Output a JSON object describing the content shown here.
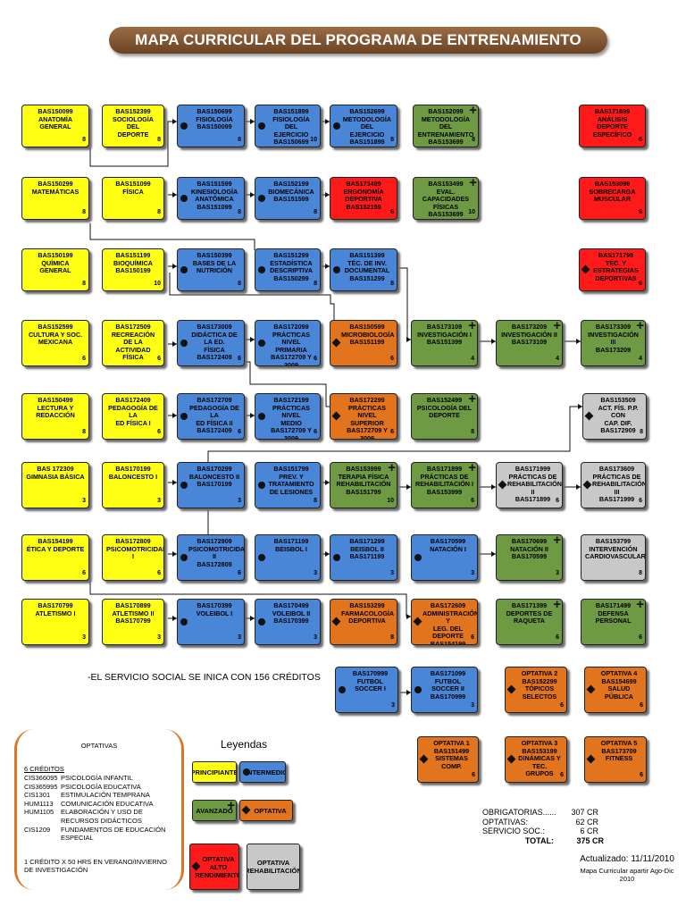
{
  "title": "MAPA CURRICULAR DEL PROGRAMA DE ENTRENAMIENTO DEPORTIVO",
  "courses": [
    {
      "id": "c1",
      "color": "yellow",
      "mark": "none",
      "lines": [
        "BAS150099",
        "ANATOMÍA",
        "GENERAL"
      ],
      "credits": "8"
    },
    {
      "id": "c2",
      "color": "yellow",
      "mark": "none",
      "lines": [
        "BAS152399",
        "SOCIOLOGÍA DEL",
        "DEPORTE"
      ],
      "credits": "8"
    },
    {
      "id": "c3",
      "color": "blue",
      "mark": "dot",
      "lines": [
        "BAS150699",
        "FISIOLOGÍA",
        "BAS150099"
      ],
      "credits": "8"
    },
    {
      "id": "c4",
      "color": "blue",
      "mark": "dot",
      "lines": [
        "BAS151899",
        "FISIOLOGÍA DEL",
        "EJERCICIO",
        "BAS150699"
      ],
      "credits": "10"
    },
    {
      "id": "c5",
      "color": "blue",
      "mark": "dot",
      "lines": [
        "BAS152699",
        "METODOLOGÍA DEL",
        "EJERCICIO",
        "BAS151899"
      ],
      "credits": "8"
    },
    {
      "id": "c6",
      "color": "green",
      "mark": "plus",
      "lines": [
        "BAS152099",
        "METODOLOGÍA DEL",
        "ENTRENAMIENTO",
        "BAS153699"
      ],
      "credits": "8"
    },
    {
      "id": "c7",
      "color": "red",
      "mark": "none",
      "lines": [
        "BAS171699",
        "ANÁLISIS DEPORTE",
        "ESPECÍFICO"
      ],
      "credits": "6"
    },
    {
      "id": "c8",
      "color": "yellow",
      "mark": "none",
      "lines": [
        "BAS150299",
        "MATEMÁTICAS"
      ],
      "credits": "8"
    },
    {
      "id": "c9",
      "color": "yellow",
      "mark": "none",
      "lines": [
        "BAS151099",
        "FÍSICA"
      ],
      "credits": "8"
    },
    {
      "id": "c10",
      "color": "blue",
      "mark": "dot",
      "lines": [
        "BAS151599",
        "KINESIOLOGÍA",
        "ANATÓMICA",
        "BAS151099"
      ],
      "credits": "8"
    },
    {
      "id": "c11",
      "color": "blue",
      "mark": "dot",
      "lines": [
        "BAS152199",
        "BIOMECÁNICA",
        "BAS151599"
      ],
      "credits": "8"
    },
    {
      "id": "c12",
      "color": "red",
      "mark": "none",
      "lines": [
        "BAS173499",
        "ERGONOMÍA",
        "DEPORTIVA",
        "BAS152199"
      ],
      "credits": "6"
    },
    {
      "id": "c13",
      "color": "green",
      "mark": "plus",
      "lines": [
        "BAS153499",
        "EVAL. CAPACIDADES",
        "FÍSICAS",
        "BAS153699"
      ],
      "credits": "10"
    },
    {
      "id": "c14",
      "color": "red",
      "mark": "none",
      "lines": [
        "BAS153099",
        "SOBRECARGA",
        "MUSCULAR"
      ],
      "credits": "6"
    },
    {
      "id": "c15",
      "color": "yellow",
      "mark": "none",
      "lines": [
        "BAS150199",
        "QUÍMICA GENERAL"
      ],
      "credits": "8"
    },
    {
      "id": "c16",
      "color": "yellow",
      "mark": "none",
      "lines": [
        "BAS151199",
        "BIOQUÍMICA",
        "BAS150199"
      ],
      "credits": "10"
    },
    {
      "id": "c17",
      "color": "blue",
      "mark": "dot",
      "lines": [
        "BAS150399",
        "BASES DE LA",
        "NUTRICIÓN"
      ],
      "credits": "8"
    },
    {
      "id": "c18",
      "color": "blue",
      "mark": "dot",
      "lines": [
        "BAS151299",
        "ESTADÍSTICA",
        "DESCRIPTIVA",
        "BAS150299"
      ],
      "credits": "8"
    },
    {
      "id": "c19",
      "color": "blue",
      "mark": "dot",
      "lines": [
        "BAS151399",
        "TÉC. DE INV.",
        "DOCUMENTAL",
        "BAS151299"
      ],
      "credits": "8"
    },
    {
      "id": "c20",
      "color": "red",
      "mark": "dia",
      "lines": [
        "BAS171799",
        "TÉC. Y ESTRATEGIAS",
        "DEPORTIVAS"
      ],
      "credits": "6"
    },
    {
      "id": "c21",
      "color": "yellow",
      "mark": "none",
      "lines": [
        "BAS152599",
        "CULTURA Y SOC.",
        "MEXICANA"
      ],
      "credits": "6"
    },
    {
      "id": "c22",
      "color": "yellow",
      "mark": "none",
      "lines": [
        "BAS172509",
        "RECREACIÓN DE LA",
        "ACTIVIDAD FÍSICA"
      ],
      "credits": "6"
    },
    {
      "id": "c23",
      "color": "blue",
      "mark": "dot",
      "lines": [
        "BAS173009",
        "DIDÁCTICA DE LA ED.",
        "FÍSICA",
        "BAS172409"
      ],
      "credits": "6"
    },
    {
      "id": "c24",
      "color": "blue",
      "mark": "dot",
      "lines": [
        "BAS172099",
        "PRÁCTICAS NIVEL",
        "PRIMARIA",
        "BAS172709 Y 3009"
      ],
      "credits": "6"
    },
    {
      "id": "c25",
      "color": "orange",
      "mark": "dia",
      "lines": [
        "BAS150599",
        "MICROBIOLOGÍA",
        "BAS151199"
      ],
      "credits": "6"
    },
    {
      "id": "c26",
      "color": "green",
      "mark": "plus",
      "lines": [
        "BAS173109",
        "INVESTIGACIÓN I",
        "BAS151399"
      ],
      "credits": "4"
    },
    {
      "id": "c27",
      "color": "green",
      "mark": "plus",
      "lines": [
        "BAS173209",
        "INVESTIGACIÓN II",
        "BAS173109"
      ],
      "credits": "4"
    },
    {
      "id": "c28",
      "color": "green",
      "mark": "plus",
      "lines": [
        "BAS173309",
        "INVESTIGACIÓN III",
        "BAS173209"
      ],
      "credits": "4"
    },
    {
      "id": "c29",
      "color": "yellow",
      "mark": "none",
      "lines": [
        "BAS150499",
        "LECTURA Y",
        "REDACCIÓN"
      ],
      "credits": "8"
    },
    {
      "id": "c30",
      "color": "yellow",
      "mark": "none",
      "lines": [
        "BAS172409",
        "PEDAGOGÍA DE LA",
        "ED FÍSICA I"
      ],
      "credits": "6"
    },
    {
      "id": "c31",
      "color": "blue",
      "mark": "dot",
      "lines": [
        "BAS172709",
        "PEDAGOGÍA DE LA",
        "ED FÍSICA II",
        "BAS172409"
      ],
      "credits": "6"
    },
    {
      "id": "c32",
      "color": "blue",
      "mark": "dot",
      "lines": [
        "BAS172199",
        "PRÁCTICAS NIVEL",
        "MEDIO",
        "BAS172709 Y 3009"
      ],
      "credits": "6"
    },
    {
      "id": "c33",
      "color": "orange",
      "mark": "dia",
      "lines": [
        "BAS172299",
        "PRÁCTICAS NIVEL",
        "SUPERIOR",
        "BAS172709 Y 3009"
      ],
      "credits": "6"
    },
    {
      "id": "c34",
      "color": "green",
      "mark": "plus",
      "lines": [
        "BAS152499",
        "PSICOLOGÍA DEL",
        "DEPORTE"
      ],
      "credits": "8"
    },
    {
      "id": "c35",
      "color": "gray",
      "mark": "dia",
      "lines": [
        "BAS153509",
        "ACT. FÍS. P.P. CON",
        "CAP. DIF.",
        "BAS172909"
      ],
      "credits": "8"
    },
    {
      "id": "c36",
      "color": "yellow",
      "mark": "none",
      "lines": [
        "BAS 172309",
        "GIMNASIA BÁSICA"
      ],
      "credits": "3"
    },
    {
      "id": "c37",
      "color": "yellow",
      "mark": "none",
      "lines": [
        "BAS170199",
        "BALONCESTO I"
      ],
      "credits": "3"
    },
    {
      "id": "c38",
      "color": "blue",
      "mark": "dot",
      "lines": [
        "BAS170299",
        "BALONCESTO II",
        "BAS170199"
      ],
      "credits": "3"
    },
    {
      "id": "c39",
      "color": "blue",
      "mark": "dot",
      "lines": [
        "BAS151799",
        "PREV. Y TRATAMIENTO",
        "DE LESIONES"
      ],
      "credits": "8"
    },
    {
      "id": "c40",
      "color": "green",
      "mark": "plus",
      "lines": [
        "BAS153999",
        "TERAPIA FÍSICA",
        "REHABILITACIÓN",
        "BAS151799"
      ],
      "credits": "10"
    },
    {
      "id": "c41",
      "color": "green",
      "mark": "plus",
      "lines": [
        "BAS171899",
        "PRÁCTICAS DE",
        "REHABILITACIÓN I",
        "BAS153999"
      ],
      "credits": "6"
    },
    {
      "id": "c42",
      "color": "gray",
      "mark": "dia",
      "lines": [
        "BAS171999",
        "PRÁCTICAS DE",
        "REHABILITACIÓN II",
        "BAS171899"
      ],
      "credits": "6"
    },
    {
      "id": "c43",
      "color": "gray",
      "mark": "dia",
      "lines": [
        "BAS173609",
        "PRÁCTICAS DE",
        "REHABILITACIÓN III",
        "BAS171999"
      ],
      "credits": "6"
    },
    {
      "id": "c44",
      "color": "yellow",
      "mark": "none",
      "lines": [
        "BAS154199",
        "ÉTICA Y DEPORTE"
      ],
      "credits": "6"
    },
    {
      "id": "c45",
      "color": "yellow",
      "mark": "none",
      "lines": [
        "BAS172809",
        "PSICOMOTRICIDAD I"
      ],
      "credits": "6"
    },
    {
      "id": "c46",
      "color": "blue",
      "mark": "dot",
      "lines": [
        "BAS172909",
        "PSICOMOTRICIDAD",
        "II",
        "BAS172809"
      ],
      "credits": "6"
    },
    {
      "id": "c47",
      "color": "blue",
      "mark": "dot",
      "lines": [
        "BAS171199",
        "BEISBOL I"
      ],
      "credits": "3"
    },
    {
      "id": "c48",
      "color": "blue",
      "mark": "dot",
      "lines": [
        "BAS171299",
        "BEISBOL II",
        "BAS171199"
      ],
      "credits": "3"
    },
    {
      "id": "c49",
      "color": "blue",
      "mark": "dot",
      "lines": [
        "BAS170599",
        "NATACIÓN I"
      ],
      "credits": "3"
    },
    {
      "id": "c50",
      "color": "green",
      "mark": "plus",
      "lines": [
        "BAS170699",
        "NATACIÓN II",
        "BAS170599"
      ],
      "credits": "3"
    },
    {
      "id": "c51",
      "color": "gray",
      "mark": "none",
      "lines": [
        "BAS153799",
        "INTERVENCIÓN",
        "CARDIOVASCULAR"
      ],
      "credits": "8"
    },
    {
      "id": "c52",
      "color": "yellow",
      "mark": "none",
      "lines": [
        "BAS170799",
        "ATLETISMO I"
      ],
      "credits": "3"
    },
    {
      "id": "c53",
      "color": "yellow",
      "mark": "none",
      "lines": [
        "BAS170899",
        "ATLETISMO II",
        "BAS170799"
      ],
      "credits": "3"
    },
    {
      "id": "c54",
      "color": "blue",
      "mark": "dot",
      "lines": [
        "BAS170399",
        "VOLEIBOL I"
      ],
      "credits": "3"
    },
    {
      "id": "c55",
      "color": "blue",
      "mark": "dot",
      "lines": [
        "BAS170499",
        "VOLEIBOL II",
        "BAS170399"
      ],
      "credits": "3"
    },
    {
      "id": "c56",
      "color": "orange",
      "mark": "dia",
      "lines": [
        "BAS153299",
        "FARMACOLOGÍA",
        "DEPORTIVA"
      ],
      "credits": "8"
    },
    {
      "id": "c57",
      "color": "orange",
      "mark": "dia",
      "lines": [
        "BAS172609",
        "ADMINISTRACIÓN Y",
        "LEG. DEL DEPORTE",
        "BAS154199"
      ],
      "credits": "6"
    },
    {
      "id": "c58",
      "color": "green",
      "mark": "plus",
      "lines": [
        "BAS171399",
        "DEPORTES DE",
        "RAQUETA"
      ],
      "credits": "6"
    },
    {
      "id": "c59",
      "color": "green",
      "mark": "plus",
      "lines": [
        "BAS171499",
        "DEFENSA PERSONAL"
      ],
      "credits": "6"
    },
    {
      "id": "c60",
      "color": "blue",
      "mark": "dot",
      "lines": [
        "BAS170999",
        "FUTBOL SOCCER I"
      ],
      "credits": "3"
    },
    {
      "id": "c61",
      "color": "blue",
      "mark": "dot",
      "lines": [
        "BAS171099",
        "FUTBOL SOCCER II",
        "BAS170999"
      ],
      "credits": "3"
    },
    {
      "id": "c62",
      "color": "orange",
      "mark": "dia",
      "lines": [
        "OPTATIVA 2",
        "BAS152299",
        "TÓPICOS SELECTOS"
      ],
      "credits": "6"
    },
    {
      "id": "c63",
      "color": "orange",
      "mark": "dia",
      "lines": [
        "OPTATIVA 4",
        "BAS154699",
        "SALUD PÚBLICA"
      ],
      "credits": "6"
    },
    {
      "id": "c64",
      "color": "orange",
      "mark": "dia",
      "lines": [
        "OPTATIVA 1",
        "BAS151499",
        "SISTEMAS COMP."
      ],
      "credits": "6"
    },
    {
      "id": "c65",
      "color": "orange",
      "mark": "dia",
      "lines": [
        "OPTATIVA 3",
        "BAS153199",
        "DINÁMICAS Y TEC.",
        "GRUPOS"
      ],
      "credits": "6"
    },
    {
      "id": "c66",
      "color": "orange",
      "mark": "dia",
      "lines": [
        "OPTATIVA 5",
        "BAS173709",
        "FITNESS"
      ],
      "credits": "6"
    }
  ],
  "servicio_note": "-EL SERVICIO SOCIAL SE INICA CON 156 CRÉDITOS",
  "optativas": {
    "title": "OPTATIVAS",
    "count": "6 CRÉDITOS",
    "items": [
      {
        "code": "CIS366095",
        "name": "PSICOLOGÍA INFANTIL"
      },
      {
        "code": "CIS365995",
        "name": "PSICOLOGÍA EDUCATIVA"
      },
      {
        "code": "CIS1301",
        "name": "ESTIMULACIÓN TEMPRANA"
      },
      {
        "code": "HUM1113",
        "name": "COMUNICACIÓN EDUCATIVA"
      },
      {
        "code": "HUM1105",
        "name": "ELABORACIÓN Y USO DE RECURSOS DIDÁCTICOS"
      },
      {
        "code": "CIS1209",
        "name": "FUNDAMENTOS DE EDUCACIÓN ESPECIAL"
      }
    ],
    "note": "1 CRÉDITO X 50 HRS EN VERANO/INVIERNO DE INVESTIGACIÓN"
  },
  "legend": {
    "title": "Leyendas",
    "items": [
      {
        "id": "l1",
        "color": "yellow",
        "mark": "none",
        "label": "PRINCIPIANTE"
      },
      {
        "id": "l2",
        "color": "blue",
        "mark": "dot",
        "label": "INTERMEDIO"
      },
      {
        "id": "l3",
        "color": "green",
        "mark": "plus",
        "label": "AVANZADO"
      },
      {
        "id": "l4",
        "color": "orange",
        "mark": "dia",
        "label": "OPTATIVA"
      },
      {
        "id": "l5",
        "color": "red",
        "mark": "dia",
        "label": "OPTATIVA ALTO RENDIMIENTO"
      },
      {
        "id": "l6",
        "color": "gray",
        "mark": "none",
        "label": "OPTATIVA REHABILITACIÓN"
      }
    ]
  },
  "totals": [
    {
      "label": "OBRIGATORIAS......",
      "value": "307 CR"
    },
    {
      "label": "OPTATIVAS:",
      "value": "62  CR"
    },
    {
      "label": "SERVICIO SOC.:",
      "value": "6  CR"
    },
    {
      "label": "TOTAL:",
      "value": "375 CR"
    }
  ],
  "updated": "Actualizado: 11/11/2010",
  "updated_sub": "Mapa Curricular apartir Ago-Dic  2010",
  "colors": {
    "yellow": "#ffff14",
    "blue": "#4a86d8",
    "green": "#6f9a44",
    "orange": "#e2741e",
    "red": "#ff1a1a",
    "gray": "#c8c8c8",
    "title": "#7b5232"
  }
}
